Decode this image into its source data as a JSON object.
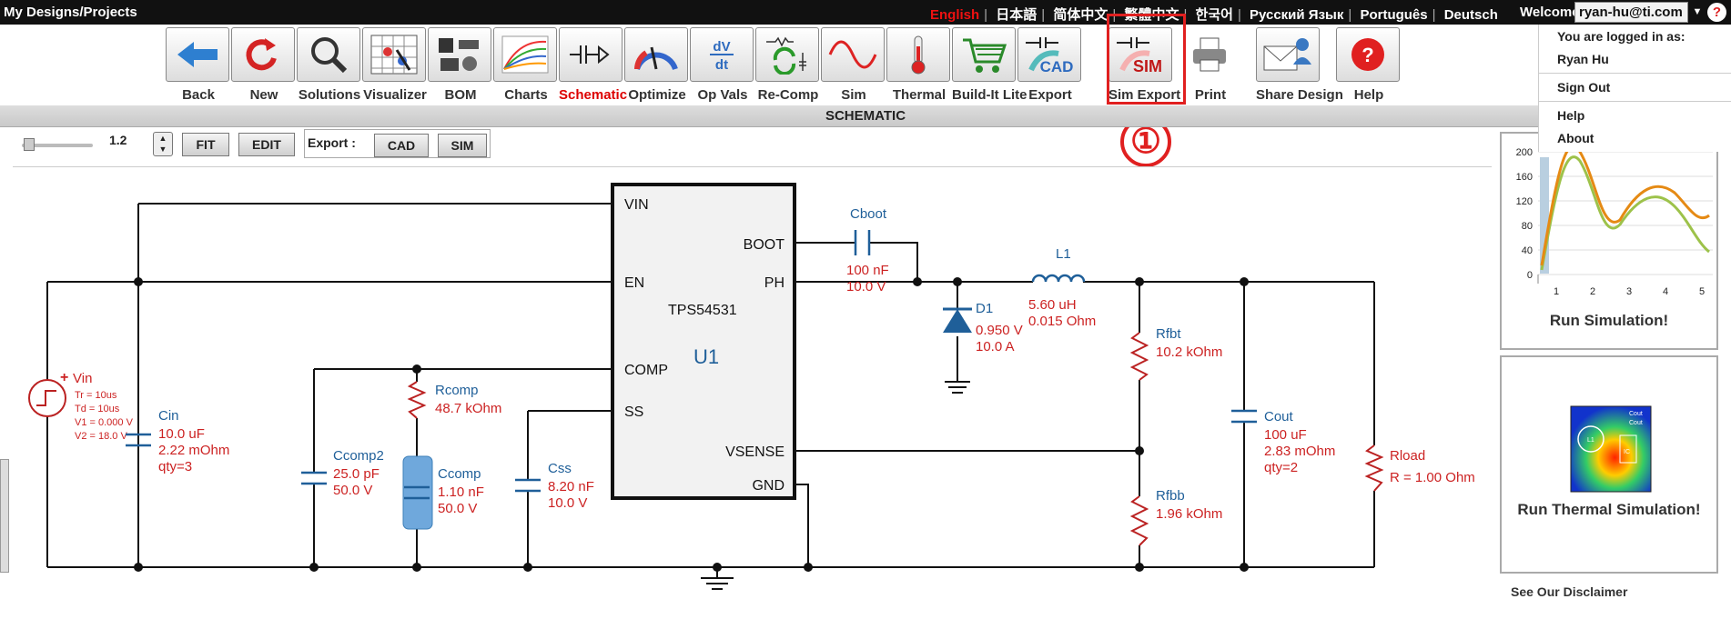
{
  "topbar": {
    "brand": "My Designs/Projects",
    "languages": [
      "English",
      "日本語",
      "简体中文",
      "繁體中文",
      "한국어",
      "Русский Язык",
      "Português",
      "Deutsch"
    ],
    "active_language": "English",
    "welcome": "Welcome",
    "user": "ryan-hu@ti.com",
    "help": "?"
  },
  "toolbar": {
    "buttons": [
      {
        "label": "Back",
        "icon": "back-arrow-icon"
      },
      {
        "label": "New",
        "icon": "refresh-icon"
      },
      {
        "label": "Solutions",
        "icon": "magnifier-icon"
      },
      {
        "label": "Visualizer",
        "icon": "visualizer-grid-icon"
      },
      {
        "label": "BOM",
        "icon": "components-icon"
      },
      {
        "label": "Charts",
        "icon": "chart-curves-icon"
      },
      {
        "label": "Schematic",
        "icon": "schematic-icon"
      },
      {
        "label": "Optimize",
        "icon": "gauge-icon"
      },
      {
        "label": "Op Vals",
        "icon": "dvdt-icon"
      },
      {
        "label": "Re-Comp",
        "icon": "recomp-icon"
      },
      {
        "label": "Sim",
        "icon": "sine-wave-icon"
      },
      {
        "label": "Thermal",
        "icon": "thermometer-icon"
      },
      {
        "label": "Build-It Lite",
        "icon": "cart-icon"
      },
      {
        "label": "Export",
        "icon": "cad-export-icon"
      },
      {
        "label": "Sim Export",
        "icon": "sim-export-icon"
      },
      {
        "label": "Print",
        "icon": "printer-icon"
      },
      {
        "label": "Share Design",
        "icon": "share-envelope-icon"
      },
      {
        "label": "Help",
        "icon": "help-icon"
      }
    ],
    "active": "Schematic",
    "highlighted": "Sim Export"
  },
  "annotation": {
    "number": "①"
  },
  "page_title": "SCHEMATIC",
  "controls": {
    "zoom": "1.2",
    "fit": "FIT",
    "edit": "EDIT",
    "export_label": "Export :",
    "cad": "CAD",
    "sim": "SIM"
  },
  "user_menu": {
    "logged_in_as": "You are logged in as:",
    "name": "Ryan Hu",
    "sign_out": "Sign Out",
    "help": "Help",
    "about": "About"
  },
  "sim_panel": {
    "run_label": "Run Simulation!",
    "y_ticks": [
      "200",
      "160",
      "120",
      "80",
      "40",
      "0"
    ],
    "x_ticks": [
      "1",
      "2",
      "3",
      "4",
      "5"
    ]
  },
  "thermal_panel": {
    "run_label": "Run Thermal Simulation!",
    "thumb_labels": [
      "Cout",
      "Cout",
      "L1",
      "IC"
    ]
  },
  "disclaimer": "See Our Disclaimer",
  "schematic": {
    "ic": {
      "ref": "U1",
      "part": "TPS54531",
      "pins": [
        "VIN",
        "BOOT",
        "EN",
        "PH",
        "COMP",
        "SS",
        "VSENSE",
        "GND"
      ]
    },
    "vin": {
      "ref": "Vin",
      "tr": "Tr = 10us",
      "td": "Td = 10us",
      "v1": "V1 = 0.000 V",
      "v2": "V2 = 18.0 V"
    },
    "cin": {
      "ref": "Cin",
      "v1": "10.0 uF",
      "v2": "2.22 mOhm",
      "v3": "qty=3"
    },
    "ccomp2": {
      "ref": "Ccomp2",
      "v1": "25.0 pF",
      "v2": "50.0 V"
    },
    "rcomp": {
      "ref": "Rcomp",
      "v1": "48.7 kOhm"
    },
    "ccomp": {
      "ref": "Ccomp",
      "v1": "1.10 nF",
      "v2": "50.0 V"
    },
    "css": {
      "ref": "Css",
      "v1": "8.20 nF",
      "v2": "10.0 V"
    },
    "cboot": {
      "ref": "Cboot",
      "v1": "100 nF",
      "v2": "10.0 V"
    },
    "d1": {
      "ref": "D1",
      "v1": "0.950 V",
      "v2": "10.0 A"
    },
    "l1": {
      "ref": "L1",
      "v1": "5.60 uH",
      "v2": "0.015 Ohm"
    },
    "rfbt": {
      "ref": "Rfbt",
      "v1": "10.2 kOhm"
    },
    "rfbb": {
      "ref": "Rfbb",
      "v1": "1.96 kOhm"
    },
    "cout": {
      "ref": "Cout",
      "v1": "100 uF",
      "v2": "2.83 mOhm",
      "v3": "qty=2"
    },
    "rload": {
      "ref": "Rload",
      "v1": "R = 1.00 Ohm"
    }
  },
  "colors": {
    "accent_red": "#e02020",
    "label_red": "#cc2222",
    "component_blue": "#1f5f99"
  }
}
